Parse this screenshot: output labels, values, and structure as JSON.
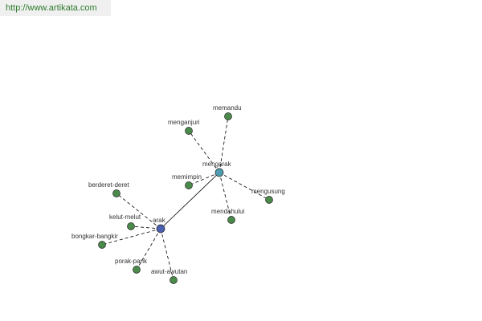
{
  "header": {
    "url": "http://www.artikata.com"
  },
  "graph": {
    "colors": {
      "leaf": "#4a8a4a",
      "root": "#4a5fb0",
      "hub": "#4f9bb0",
      "edge": "#000000"
    },
    "root": "arak",
    "hub": "mengarak",
    "nodes": [
      {
        "id": "arak",
        "label": "arak",
        "kind": "root"
      },
      {
        "id": "mengarak",
        "label": "mengarak",
        "kind": "hub"
      },
      {
        "id": "memandu",
        "label": "memandu",
        "kind": "leaf"
      },
      {
        "id": "menganjuri",
        "label": "menganjuri",
        "kind": "leaf"
      },
      {
        "id": "memimpin",
        "label": "memimpin",
        "kind": "leaf"
      },
      {
        "id": "mengusung",
        "label": "mengusung",
        "kind": "leaf"
      },
      {
        "id": "mendahului",
        "label": "mendahului",
        "kind": "leaf"
      },
      {
        "id": "berderet-deret",
        "label": "berderet-deret",
        "kind": "leaf"
      },
      {
        "id": "kelut-melut",
        "label": "kelut-melut",
        "kind": "leaf"
      },
      {
        "id": "bongkar-bangkir",
        "label": "bongkar-bangkir",
        "kind": "leaf"
      },
      {
        "id": "porak-parik",
        "label": "porak-parik",
        "kind": "leaf"
      },
      {
        "id": "awut-awutan",
        "label": "awut-awutan",
        "kind": "leaf"
      }
    ],
    "edges": [
      {
        "from": "arak",
        "to": "mengarak",
        "style": "solid"
      },
      {
        "from": "mengarak",
        "to": "memandu",
        "style": "dashed"
      },
      {
        "from": "mengarak",
        "to": "menganjuri",
        "style": "dashed"
      },
      {
        "from": "mengarak",
        "to": "memimpin",
        "style": "dashed"
      },
      {
        "from": "mengarak",
        "to": "mengusung",
        "style": "dashed"
      },
      {
        "from": "mengarak",
        "to": "mendahului",
        "style": "dashed"
      },
      {
        "from": "arak",
        "to": "berderet-deret",
        "style": "dashed"
      },
      {
        "from": "arak",
        "to": "kelut-melut",
        "style": "dashed"
      },
      {
        "from": "arak",
        "to": "bongkar-bangkir",
        "style": "dashed"
      },
      {
        "from": "arak",
        "to": "porak-parik",
        "style": "dashed"
      },
      {
        "from": "arak",
        "to": "awut-awutan",
        "style": "dashed"
      }
    ]
  }
}
